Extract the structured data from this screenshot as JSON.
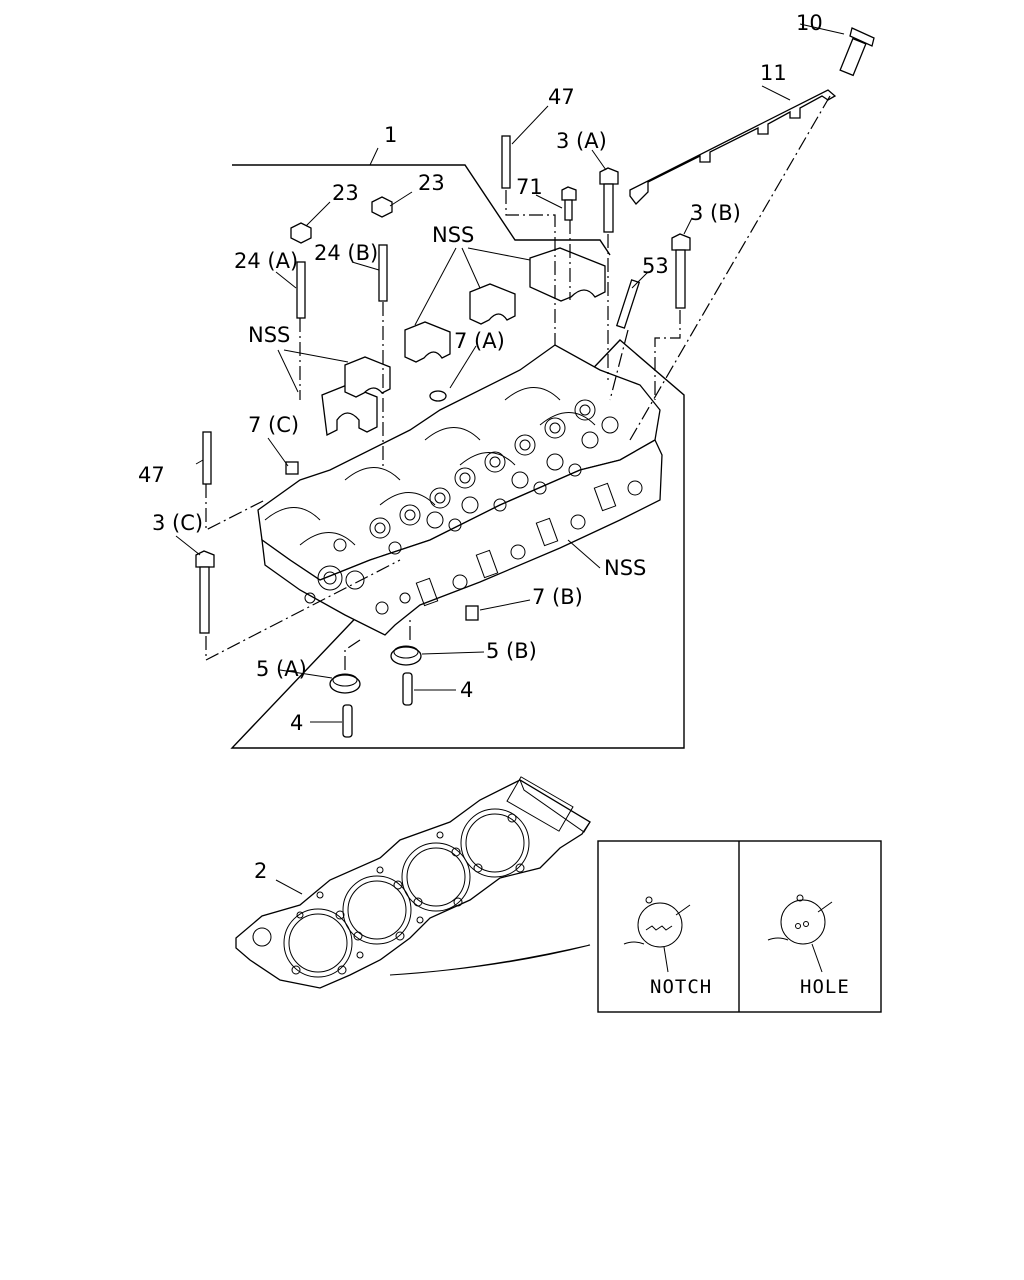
{
  "callouts": {
    "p1": "1",
    "p2": "2",
    "p3a": "3 (A)",
    "p3b": "3 (B)",
    "p3c": "3 (C)",
    "p4a": "4",
    "p4b": "4",
    "p5a": "5 (A)",
    "p5b": "5 (B)",
    "p7a": "7 (A)",
    "p7b": "7 (B)",
    "p7c": "7 (C)",
    "p10": "10",
    "p11": "11",
    "p23a": "23",
    "p23b": "23",
    "p24a": "24 (A)",
    "p24b": "24 (B)",
    "p47a": "47",
    "p47b": "47",
    "p53": "53",
    "p71": "71",
    "nss1": "NSS",
    "nss2": "NSS",
    "nss3": "NSS"
  },
  "detail": {
    "notch": "NOTCH",
    "hole": "HOLE"
  }
}
